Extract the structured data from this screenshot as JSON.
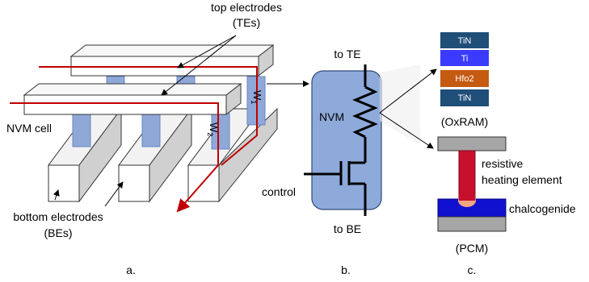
{
  "crossbar": {
    "top_electrodes_label_1": "top electrodes",
    "top_electrodes_label_2": "(TEs)",
    "nvm_cell_label": "NVM cell",
    "bottom_electrodes_label_1": "bottom electrodes",
    "bottom_electrodes_label_2": "(BEs)",
    "w1_label": "W",
    "w1_sub": "1",
    "w2_label": "W",
    "w2_sub": "2",
    "caption": "a."
  },
  "cell": {
    "to_te": "to TE",
    "nvm": "NVM",
    "control": "control",
    "to_be": "to BE",
    "caption": "b."
  },
  "devices": {
    "oxram_layers": [
      "TiN",
      "Ti",
      "Hfo2",
      "TiN"
    ],
    "oxram_label": "(OxRAM)",
    "resistive_label_1": "resistive",
    "resistive_label_2": "heating element",
    "chalcogenide_label": "chalcogenide",
    "pcm_label": "(PCM)",
    "caption": "c."
  },
  "colors": {
    "tin": "#1f4e79",
    "ti": "#3b3bff",
    "hfo2": "#c55a11",
    "pillar": "#8fa8d8",
    "cell_box": "#8eaadb",
    "path": "#c00000",
    "heater": "#c8102e",
    "chalcogenide": "#1010d0",
    "electrode_gray": "#a6a6a6"
  }
}
